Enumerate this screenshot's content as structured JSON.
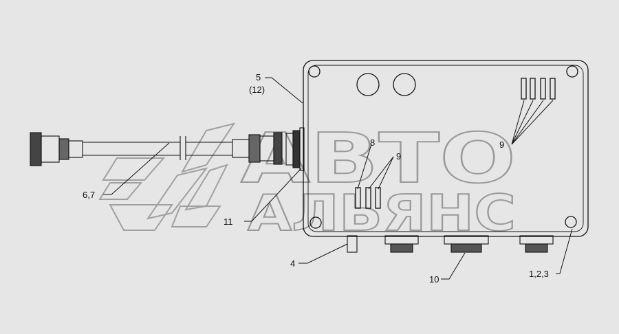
{
  "callouts": {
    "c5": "5",
    "c12": "(12)",
    "c67": "6,7",
    "c11": "11",
    "c4": "4",
    "c8": "8",
    "c9_center": "9",
    "c9_top": "9",
    "c10": "10",
    "c123": "1,2,3"
  },
  "watermark": {
    "line1": "АВТО",
    "line2": "АЛЬЯНС"
  },
  "colors": {
    "background": "#e6e6e6",
    "line": "#111111",
    "watermark": "#9a9a9a"
  }
}
